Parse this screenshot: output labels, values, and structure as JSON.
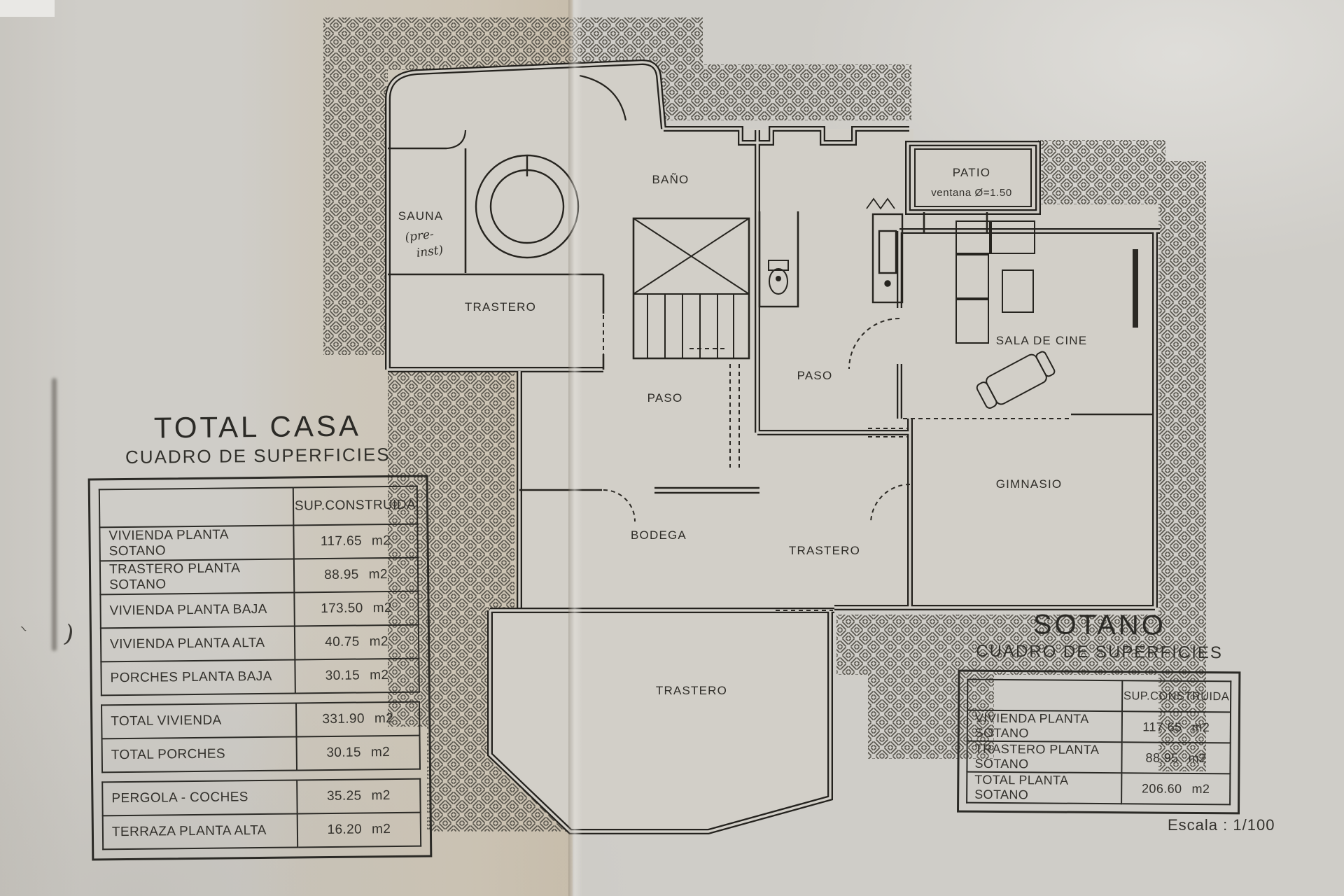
{
  "page": {
    "scale_label": "Escala : 1/100"
  },
  "tables": {
    "total_casa": {
      "title": "TOTAL CASA",
      "subtitle": "CUADRO DE SUPERFICIES",
      "value_header": "SUP.CONSTRUIDA",
      "groups": [
        {
          "rows": [
            {
              "label": "VIVIENDA PLANTA SOTANO",
              "value": "117.65",
              "unit": "m2"
            },
            {
              "label": "TRASTERO PLANTA SOTANO",
              "value": "88.95",
              "unit": "m2"
            },
            {
              "label": "VIVIENDA PLANTA BAJA",
              "value": "173.50",
              "unit": "m2"
            },
            {
              "label": "VIVIENDA PLANTA ALTA",
              "value": "40.75",
              "unit": "m2"
            },
            {
              "label": "PORCHES PLANTA BAJA",
              "value": "30.15",
              "unit": "m2"
            }
          ]
        },
        {
          "rows": [
            {
              "label": "TOTAL VIVIENDA",
              "value": "331.90",
              "unit": "m2"
            },
            {
              "label": "TOTAL PORCHES",
              "value": "30.15",
              "unit": "m2"
            }
          ]
        },
        {
          "rows": [
            {
              "label": "PERGOLA - COCHES",
              "value": "35.25",
              "unit": "m2"
            },
            {
              "label": "TERRAZA PLANTA ALTA",
              "value": "16.20",
              "unit": "m2"
            }
          ]
        }
      ]
    },
    "sotano": {
      "title": "SOTANO",
      "subtitle": "CUADRO DE SUPERFICIES",
      "value_header": "SUP.CONSTRUIDA",
      "rows": [
        {
          "label": "VIVIENDA PLANTA SOTANO",
          "value": "117.65",
          "unit": "m2"
        },
        {
          "label": "TRASTERO PLANTA SOTANO",
          "value": "88.95",
          "unit": "m2"
        },
        {
          "label": "TOTAL PLANTA SOTANO",
          "value": "206.60",
          "unit": "m2"
        }
      ]
    }
  },
  "plan": {
    "rooms": [
      {
        "id": "bano",
        "label": "BAÑO"
      },
      {
        "id": "sauna",
        "label": "SAUNA"
      },
      {
        "id": "trastero-top",
        "label": "TRASTERO"
      },
      {
        "id": "patio",
        "label": "PATIO"
      },
      {
        "id": "paso-left",
        "label": "PASO"
      },
      {
        "id": "paso-right",
        "label": "PASO"
      },
      {
        "id": "sala-de-cine",
        "label": "SALA DE CINE"
      },
      {
        "id": "gimnasio",
        "label": "GIMNASIO"
      },
      {
        "id": "bodega",
        "label": "BODEGA"
      },
      {
        "id": "trastero-center",
        "label": "TRASTERO"
      },
      {
        "id": "trastero-bottom",
        "label": "TRASTERO"
      }
    ],
    "notes": {
      "patio_window": "ventana Ø=1.50",
      "sauna_line1": "(pre-",
      "sauna_line2": "inst)"
    }
  }
}
